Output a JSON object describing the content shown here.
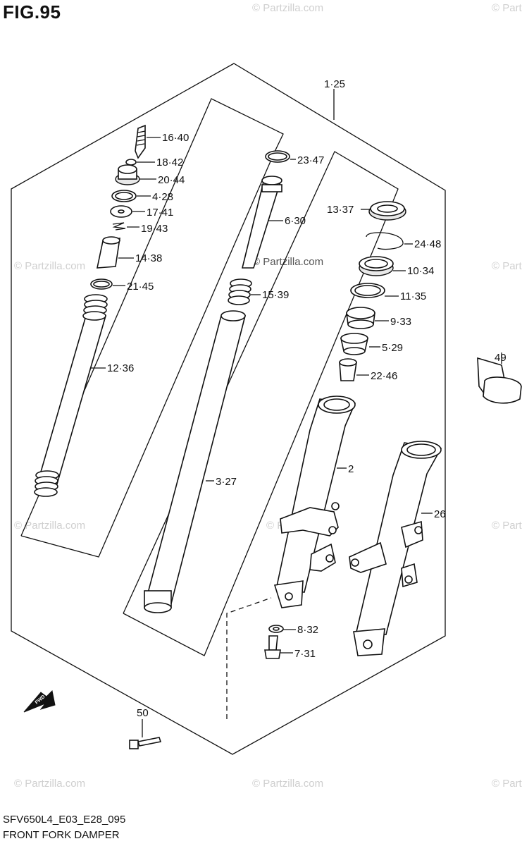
{
  "title": "FIG.95",
  "footer": {
    "code": "SFV650L4_E03_E28_095",
    "name": "FRONT FORK DAMPER"
  },
  "watermark": "© Partzilla.com",
  "callouts": {
    "c1": "1·25",
    "c16": "16·40",
    "c18": "18·42",
    "c20": "20·44",
    "c4": "4·28",
    "c17": "17·41",
    "c19": "19·43",
    "c14": "14·38",
    "c21": "21·45",
    "c12": "12·36",
    "c23": "23·47",
    "c6": "6·30",
    "c15": "15·39",
    "c3": "3·27",
    "c13": "13·37",
    "c24": "24·48",
    "c10": "10·34",
    "c11": "11·35",
    "c9": "9·33",
    "c5": "5·29",
    "c22": "22·46",
    "c2": "2",
    "c26": "26",
    "c8": "8·32",
    "c7": "7·31",
    "c49": "49",
    "c50": "50"
  },
  "fwd_label": "FWD"
}
